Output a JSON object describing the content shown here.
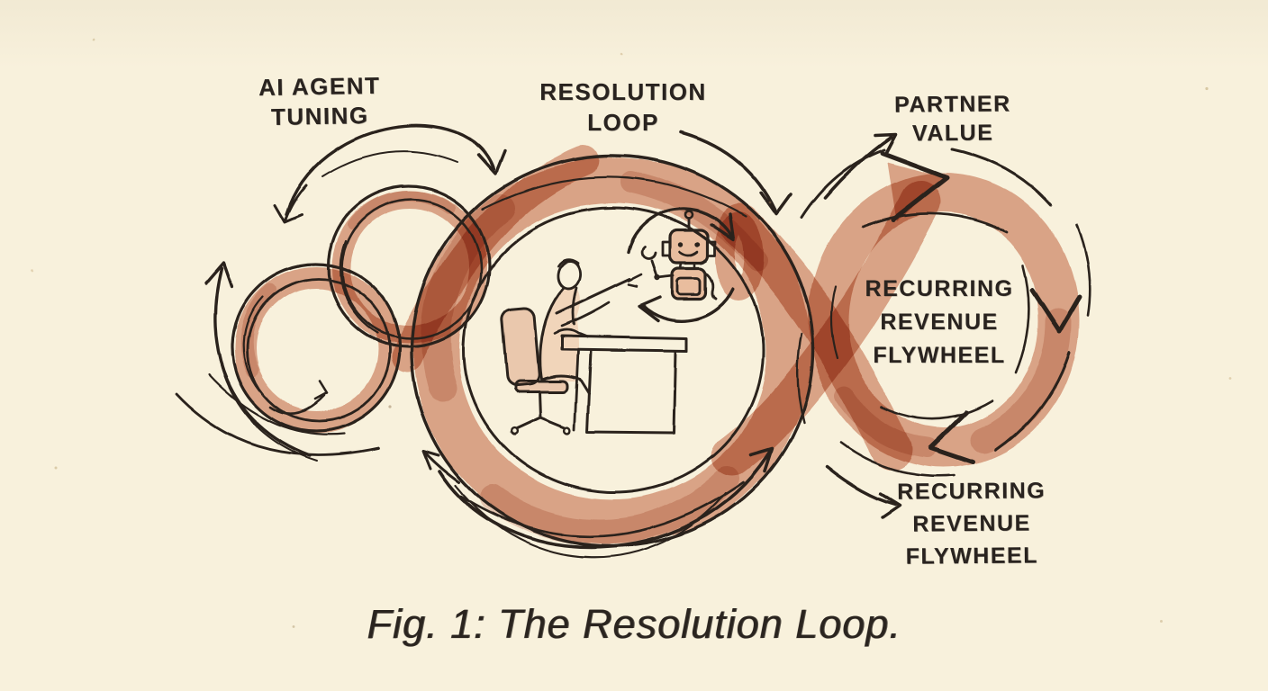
{
  "palette": {
    "paper": "#f8f1dc",
    "ink": "#2a241f",
    "wash": "#d49577",
    "wash_dark": "#bd7354",
    "wash_light": "#e9bb9d"
  },
  "labels": {
    "ai_agent_tuning": {
      "lines": [
        "AI AGENT",
        "TUNING"
      ]
    },
    "resolution_loop": {
      "lines": [
        "RESOLUTION",
        "LOOP"
      ]
    },
    "partner_value": {
      "lines": [
        "PARTNER",
        "VALUE"
      ]
    },
    "recurring_revenue_flywheel_inner": {
      "lines": [
        "RECURRING",
        "REVENUE",
        "FLYWHEEL"
      ]
    },
    "recurring_revenue_flywheel_outer": {
      "lines": [
        "RECURRING",
        "REVENUE",
        "FLYWHEEL"
      ]
    }
  },
  "caption": "Fig. 1: The Resolution Loop.",
  "illustration": {
    "scene": "Hand-drawn watercolor flywheel sketch: figure-eight loops with person at desk pointing at robot",
    "icons": [
      "ai-agent-tuning-loops-icon",
      "resolution-loop-ring-icon",
      "person-at-desk-icon",
      "office-chair-icon",
      "desk-icon",
      "robot-icon",
      "robot-cycle-arrows-icon",
      "recurring-revenue-flywheel-ring-icon",
      "arrow-icon"
    ]
  }
}
